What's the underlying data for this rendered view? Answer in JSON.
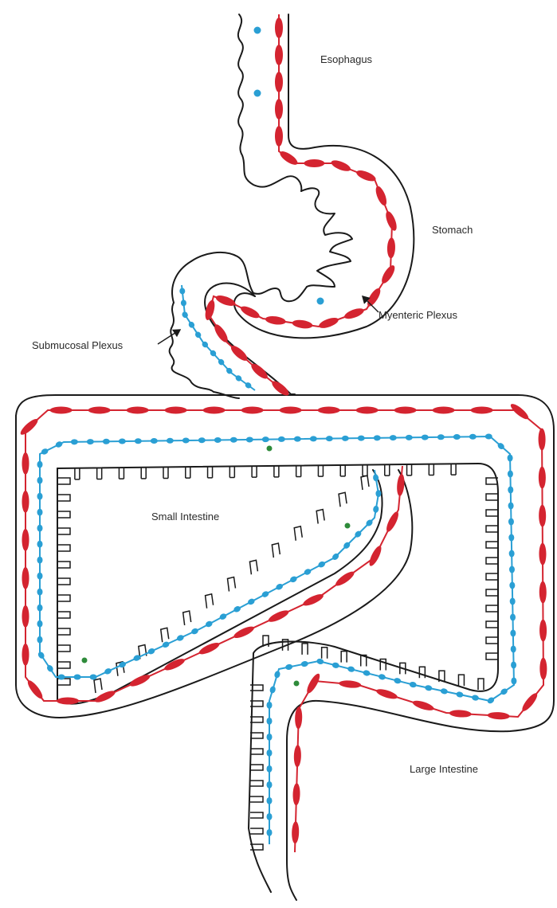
{
  "labels": {
    "esophagus": "Esophagus",
    "stomach": "Stomach",
    "myenteric": "Myenteric Plexus",
    "submucosal": "Submucosal Plexus",
    "small_intestine": "Small Intestine",
    "large_intestine": "Large Intestine"
  },
  "colors": {
    "myenteric_plexus": "#d42430",
    "submucosal_plexus": "#2a9fd4",
    "ganglion_dot": "#2e8b3a",
    "outline": "#1a1a1a"
  }
}
